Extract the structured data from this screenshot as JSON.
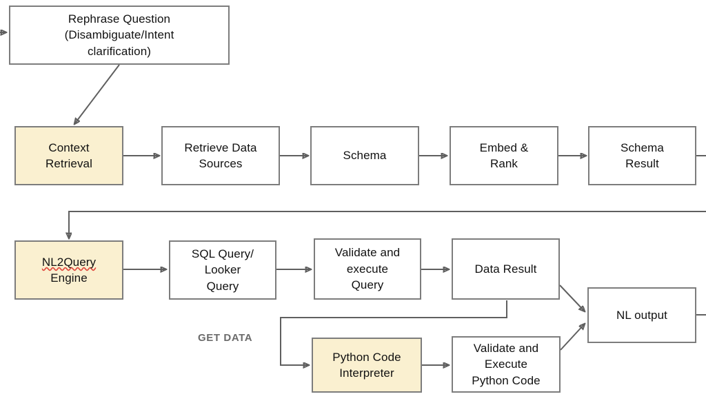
{
  "diagram": {
    "title": "NL2Query pipeline flowchart",
    "colors": {
      "accent_fill": "#faf0d0",
      "node_stroke": "#7c7c7c",
      "wire_stroke": "#5f5f5f",
      "node_fill": "#ffffff",
      "text": "#111111",
      "edge_label_text": "#6b6b6b",
      "spellcheck_underline": "#e04a3f"
    },
    "nodes": [
      {
        "id": "rephrase_question",
        "label": "Rephrase Question\n(Disambiguate/Intent\nclarification)",
        "style": "plain"
      },
      {
        "id": "context_retrieval",
        "label": "Context\nRetrieval",
        "style": "accent"
      },
      {
        "id": "retrieve_data_sources",
        "label": "Retrieve Data\nSources",
        "style": "plain"
      },
      {
        "id": "schema",
        "label": "Schema",
        "style": "plain"
      },
      {
        "id": "embed_and_rank",
        "label": "Embed &\nRank",
        "style": "plain"
      },
      {
        "id": "schema_result",
        "label": "Schema\nResult",
        "style": "plain"
      },
      {
        "id": "nl2query_engine",
        "label_part1": "NL2Query",
        "label_part2": "Engine",
        "style": "accent",
        "spellchecked": "NL2Query"
      },
      {
        "id": "sql_looker_query",
        "label": "SQL Query/\nLooker\nQuery",
        "style": "plain"
      },
      {
        "id": "validate_execute_query",
        "label": "Validate and\nexecute\nQuery",
        "style": "plain"
      },
      {
        "id": "data_result",
        "label": "Data Result",
        "style": "plain"
      },
      {
        "id": "nl_output",
        "label": "NL output",
        "style": "plain"
      },
      {
        "id": "python_code_interpreter",
        "label": "Python Code\nInterpreter",
        "style": "accent"
      },
      {
        "id": "validate_execute_python",
        "label": "Validate and\nExecute\nPython Code",
        "style": "plain"
      }
    ],
    "edge_labels": [
      {
        "id": "get_data",
        "text": "GET DATA"
      }
    ]
  }
}
